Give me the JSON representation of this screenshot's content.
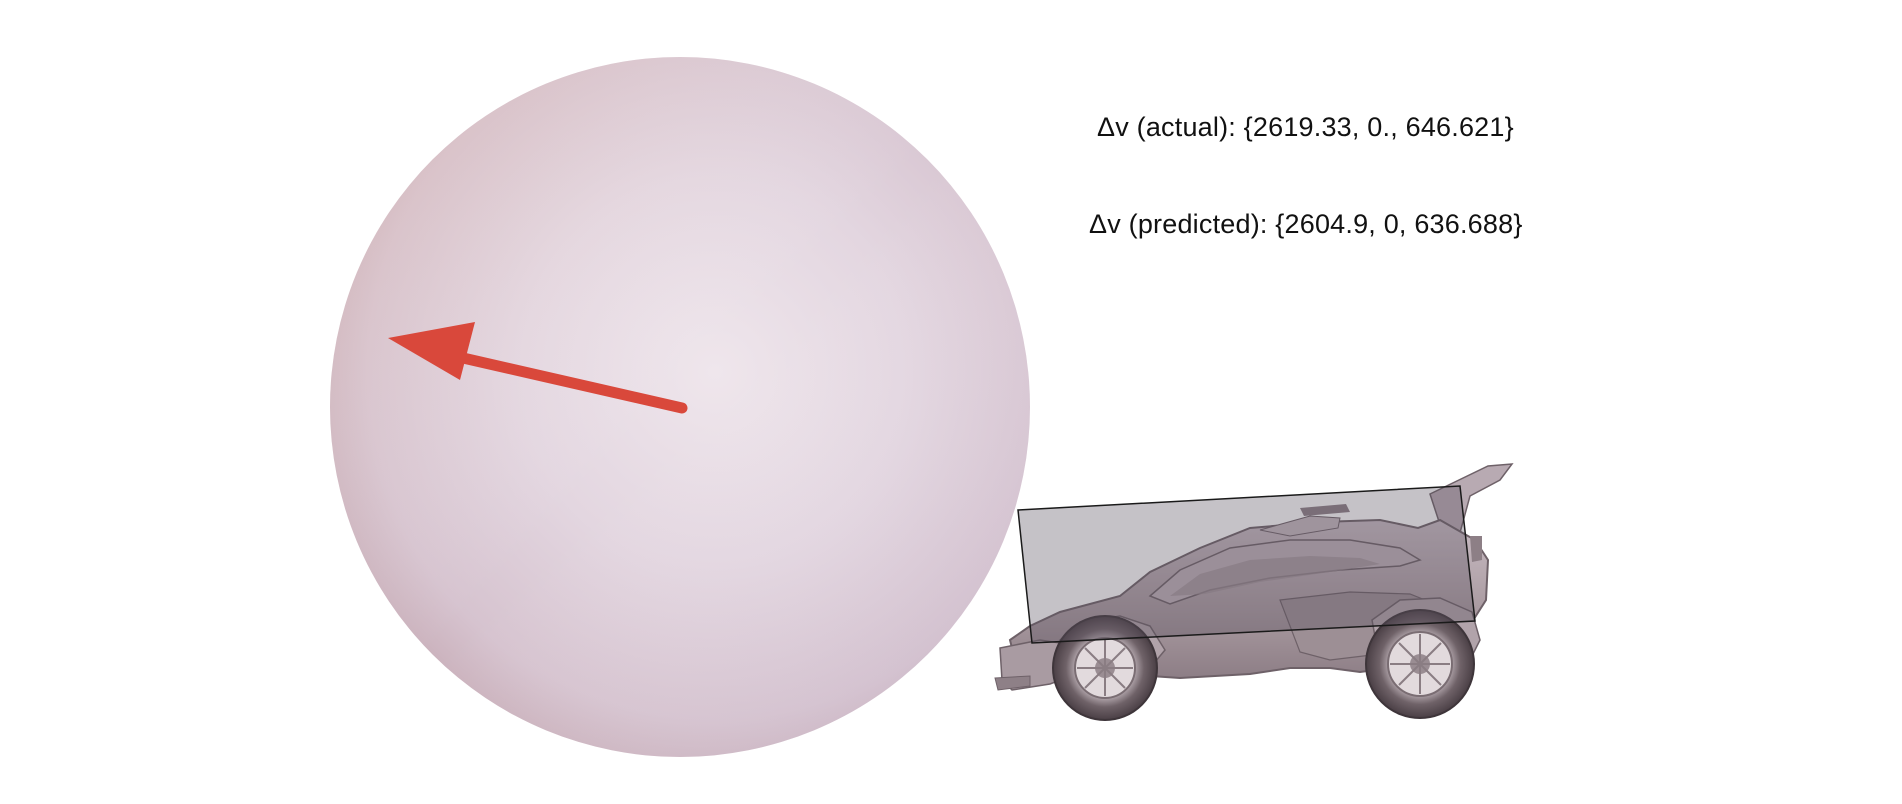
{
  "labels": {
    "actual": "Δv (actual): {2619.33, 0., 646.621}",
    "predicted": "Δv (predicted): {2604.9, 0, 636.688}"
  },
  "colors": {
    "background": "#ffffff",
    "arrow": "#d9483b",
    "hitbox_fill": "#5a505e",
    "hitbox_stroke": "#1a1a1a",
    "ball_center": "#ece4ec",
    "ball_edge": "#c7a8b0"
  },
  "objects": {
    "ball": "sphere",
    "car": "car-model",
    "hitbox": "oriented-box",
    "velocity_arrow": "arrow"
  }
}
